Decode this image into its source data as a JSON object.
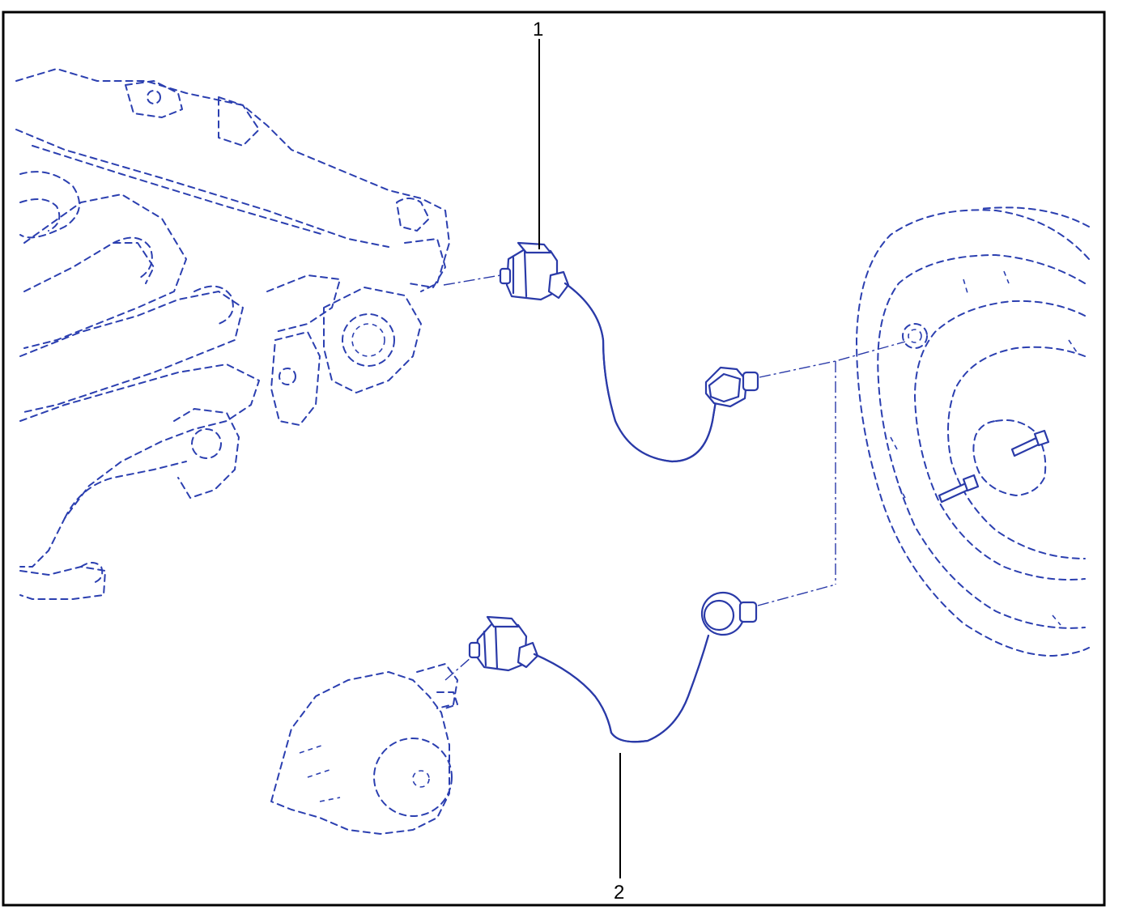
{
  "callouts": [
    {
      "id": "1",
      "label": "1"
    },
    {
      "id": "2",
      "label": "2"
    }
  ],
  "colors": {
    "ink": "#2a3aa8",
    "ghost": "#2b3fb0",
    "frame": "#000000"
  }
}
